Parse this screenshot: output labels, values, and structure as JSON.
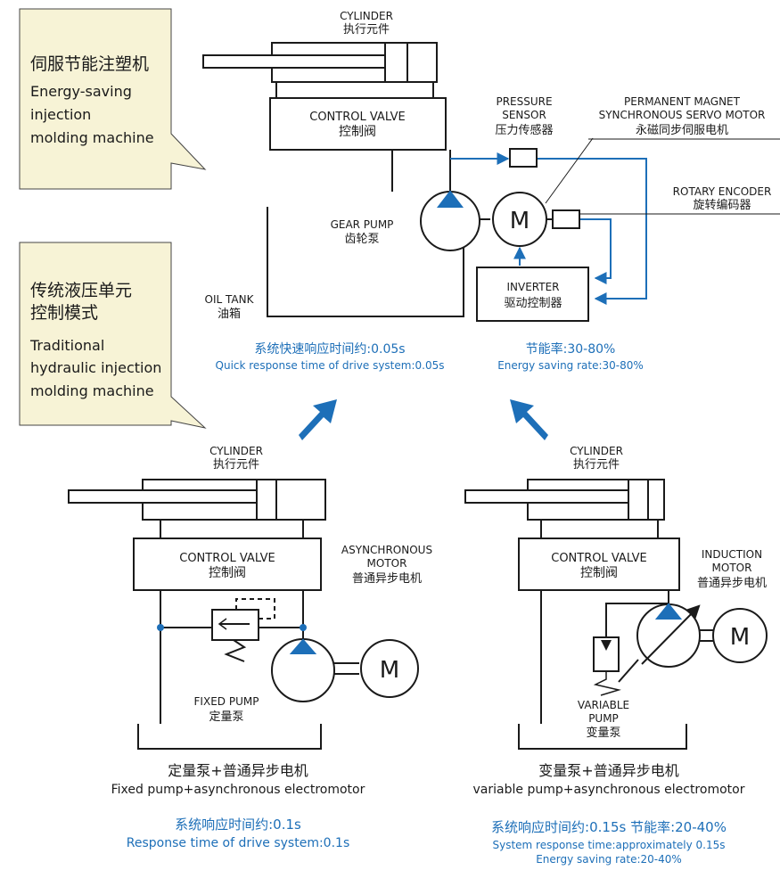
{
  "bubbles": {
    "servo": {
      "title": "伺服节能注塑机",
      "line1": "Energy-saving",
      "line2": "injection",
      "line3": "molding machine"
    },
    "traditional": {
      "title1": "传统液压单元",
      "title2": "控制模式",
      "line1": "Traditional",
      "line2": "hydraulic injection",
      "line3": "molding machine"
    }
  },
  "top": {
    "cylinder_en": "CYLINDER",
    "cylinder_cn": "执行元件",
    "valve_en": "CONTROL VALVE",
    "valve_cn": "控制阀",
    "sensor_en1": "PRESSURE",
    "sensor_en2": "SENSOR",
    "sensor_cn": "压力传感器",
    "motor_en1": "PERMANENT MAGNET",
    "motor_en2": "SYNCHRONOUS SERVO MOTOR",
    "motor_cn": "永磁同步伺服电机",
    "encoder_en": "ROTARY ENCODER",
    "encoder_cn": "旋转编码器",
    "pump_en": "GEAR PUMP",
    "pump_cn": "齿轮泵",
    "tank_en": "OIL TANK",
    "tank_cn": "油箱",
    "inverter_en": "INVERTER",
    "inverter_cn": "驱动控制器",
    "motor_letter": "M",
    "resp_cn": "系统快速响应时间约:0.05s",
    "resp_en": "Quick response time of drive system:0.05s",
    "save_cn": "节能率:30-80%",
    "save_en": "Energy saving rate:30-80%"
  },
  "left": {
    "cylinder_en": "CYLINDER",
    "cylinder_cn": "执行元件",
    "valve_en": "CONTROL VALVE",
    "valve_cn": "控制阀",
    "motor_en1": "ASYNCHRONOUS",
    "motor_en2": "MOTOR",
    "motor_cn": "普通异步电机",
    "pump_en": "FIXED PUMP",
    "pump_cn": "定量泵",
    "motor_letter": "M",
    "caption_cn": "定量泵+普通异步电机",
    "caption_en": "Fixed pump+asynchronous electromotor",
    "resp_cn": "系统响应时间约:0.1s",
    "resp_en": "Response time of drive system:0.1s"
  },
  "right": {
    "cylinder_en": "CYLINDER",
    "cylinder_cn": "执行元件",
    "valve_en": "CONTROL VALVE",
    "valve_cn": "控制阀",
    "motor_en1": "INDUCTION",
    "motor_en2": "MOTOR",
    "motor_cn": "普通异步电机",
    "pump_en1": "VARIABLE",
    "pump_en2": "PUMP",
    "pump_cn": "变量泵",
    "motor_letter": "M",
    "caption_cn": "变量泵+普通异步电机",
    "caption_en": "variable pump+asynchronous electromotor",
    "resp_cn": "系统响应时间约:0.15s  节能率:20-40%",
    "resp_en1": "System response time:approximately 0.15s",
    "resp_en2": "Energy saving rate:20-40%"
  },
  "colors": {
    "ink": "#1a1a1a",
    "accent": "#1d6fb8",
    "bubble_fill": "#f7f3d6"
  }
}
